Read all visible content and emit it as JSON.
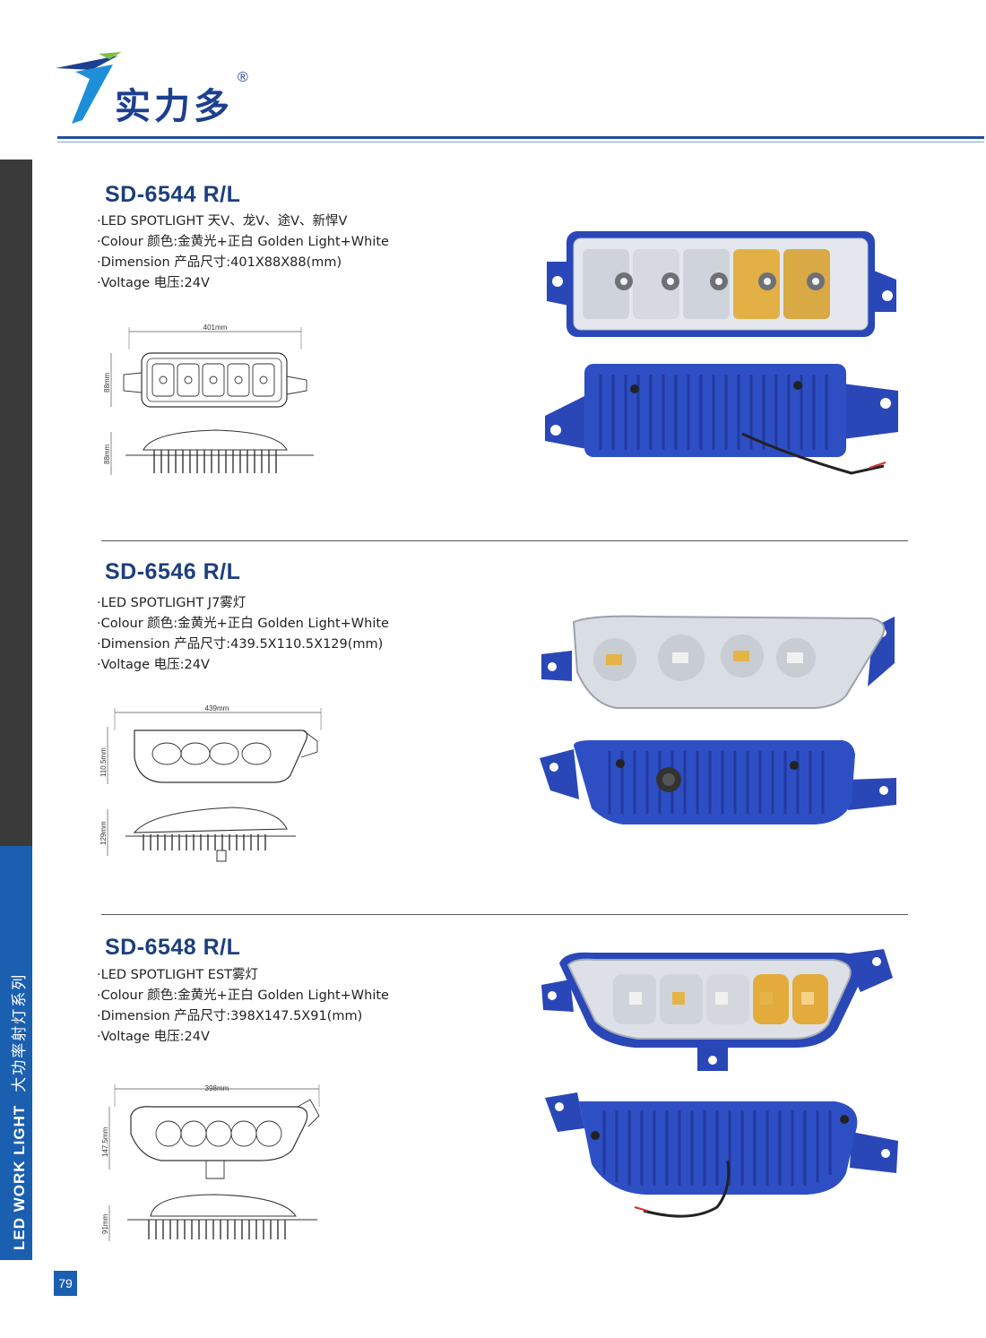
{
  "brand": {
    "name": "实力多",
    "registered": "®"
  },
  "sidebar": {
    "english": "LED WORK LIGHT",
    "chinese": "大功率射灯系列"
  },
  "page_number": "79",
  "colors": {
    "brand_blue": "#1d3f8f",
    "sidebar_dark": "#3a3a3a",
    "sidebar_blue": "#1b5fb0",
    "housing_blue": "#2a47b8"
  },
  "products": [
    {
      "title": "SD-6544 R/L",
      "spec_type": "·LED SPOTLIGHT   天V、龙V、途V、新悍V",
      "spec_colour": "·Colour  颜色:金黄光+正白   Golden Light+White",
      "spec_dimension": "·Dimension  产品尺寸:401X88X88(mm)",
      "spec_voltage": "·Voltage  电压:24V",
      "dim_width": "401mm",
      "dim_height": "88mm",
      "dim_depth": "88mm"
    },
    {
      "title": "SD-6546 R/L",
      "spec_type": "·LED SPOTLIGHT   J7雾灯",
      "spec_colour": "·Colour  颜色:金黄光+正白   Golden Light+White",
      "spec_dimension": "·Dimension  产品尺寸:439.5X110.5X129(mm)",
      "spec_voltage": "·Voltage  电压:24V",
      "dim_width": "439mm",
      "dim_height": "110.5mm",
      "dim_depth": "129mm"
    },
    {
      "title": "SD-6548 R/L",
      "spec_type": "·LED SPOTLIGHT   EST雾灯",
      "spec_colour": "·Colour  颜色:金黄光+正白   Golden Light+White",
      "spec_dimension": "·Dimension  产品尺寸:398X147.5X91(mm)",
      "spec_voltage": "·Voltage  电压:24V",
      "dim_width": "398mm",
      "dim_height": "147.5mm",
      "dim_depth": "91mm"
    }
  ]
}
